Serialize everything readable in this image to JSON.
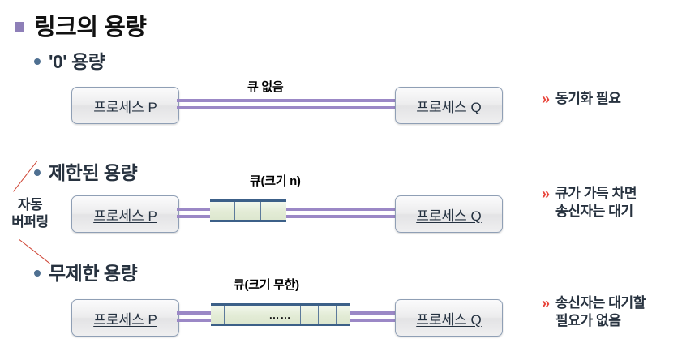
{
  "slide": {
    "title": "링크의 용량",
    "title_bullet": "square-bullet",
    "sections": [
      {
        "heading": "'0' 용량",
        "queue_label": "큐 없음",
        "left_box": "프로세스 P",
        "right_box": "프로세스 Q",
        "note_marker": "»",
        "note_lines": [
          "동기화 필요"
        ],
        "queue_cells": 0
      },
      {
        "heading": "제한된 용량",
        "queue_label": "큐(크기 n)",
        "left_box": "프로세스 P",
        "right_box": "프로세스 Q",
        "note_marker": "»",
        "note_lines": [
          "큐가 가득 차면",
          "송신자는 대기"
        ],
        "queue_cells": 3
      },
      {
        "heading": "무제한 용량",
        "queue_label": "큐(크기 무한)",
        "left_box": "프로세스 P",
        "right_box": "프로세스 Q",
        "note_marker": "»",
        "note_lines": [
          "송신자는 대기할",
          "필요가 없음"
        ],
        "queue_cells": 7,
        "queue_ellipsis": "……"
      }
    ],
    "left_annotation": {
      "line1": "자동",
      "line2": "버퍼링"
    },
    "colors": {
      "title_bullet": "#8e7fb8",
      "sub_bullet": "#4f7091",
      "link_line": "#9b88c6",
      "queue_border": "#3c6088",
      "queue_fill": "#e3ecd6",
      "note_marker": "#e8443a",
      "leader_line": "#cf4434",
      "box_border": "#8f9fb5",
      "text": "#27323f"
    }
  }
}
